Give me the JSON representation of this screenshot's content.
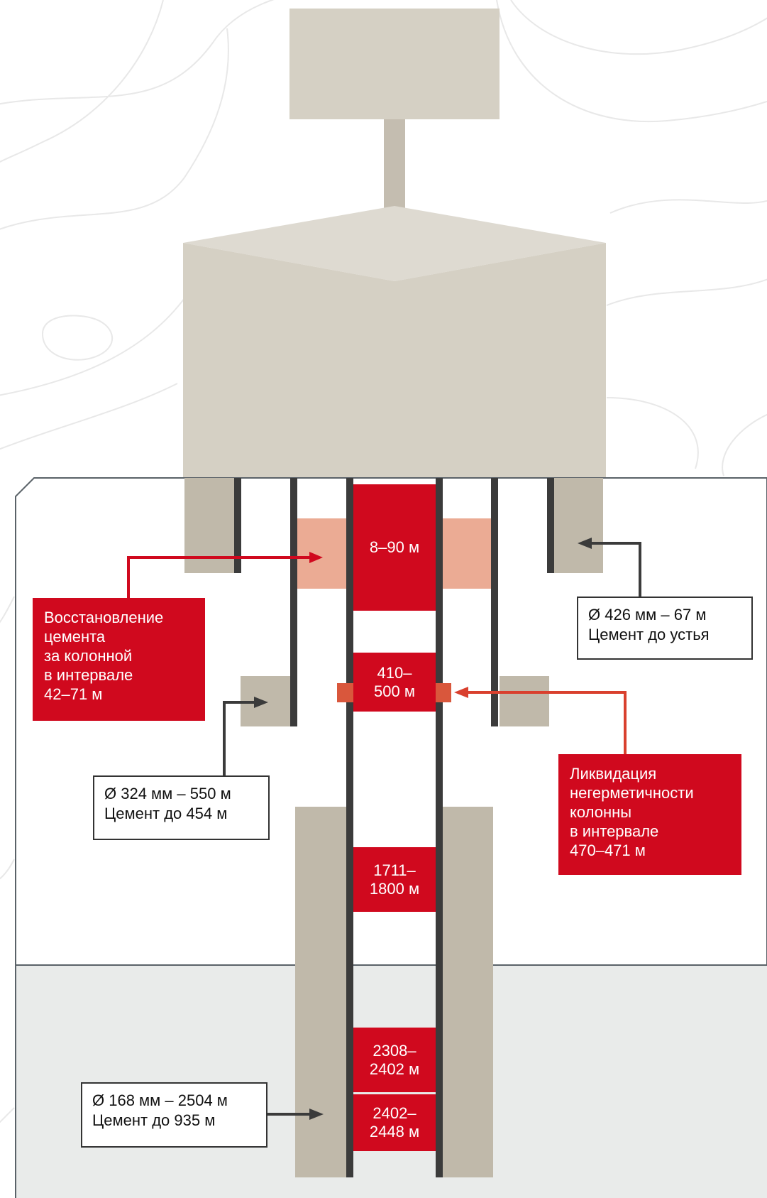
{
  "colors": {
    "casing": "#3b3b3b",
    "cement": "#c0b9aa",
    "wellhead": "#d5d0c4",
    "accent_red": "#d0091e",
    "repair_orange": "#d9573c",
    "restored_cement": "#ebab94",
    "lower_zone": "#e9ebea",
    "contour": "#e6e6e6"
  },
  "intervals": [
    {
      "text": "8–90 м"
    },
    {
      "text": "410–\n500 м"
    },
    {
      "text": "1711–\n1800 м"
    },
    {
      "text": "2308–\n2402 м"
    },
    {
      "text": "2402–\n2448 м"
    }
  ],
  "callouts": {
    "cement_restoration": "Восстановление\nцемента\nза колонной\nв интервале\n42–71 м",
    "leak_elimination": "Ликвидация\nнегерметичности\nколонны\nв интервале\n470–471 м",
    "casing_426": "Ø 426 мм – 67 м\nЦемент до устья",
    "casing_324": "Ø 324 мм – 550 м\nЦемент до 454 м",
    "casing_168": "Ø 168 мм – 2504 м\nЦемент до 935 м"
  }
}
